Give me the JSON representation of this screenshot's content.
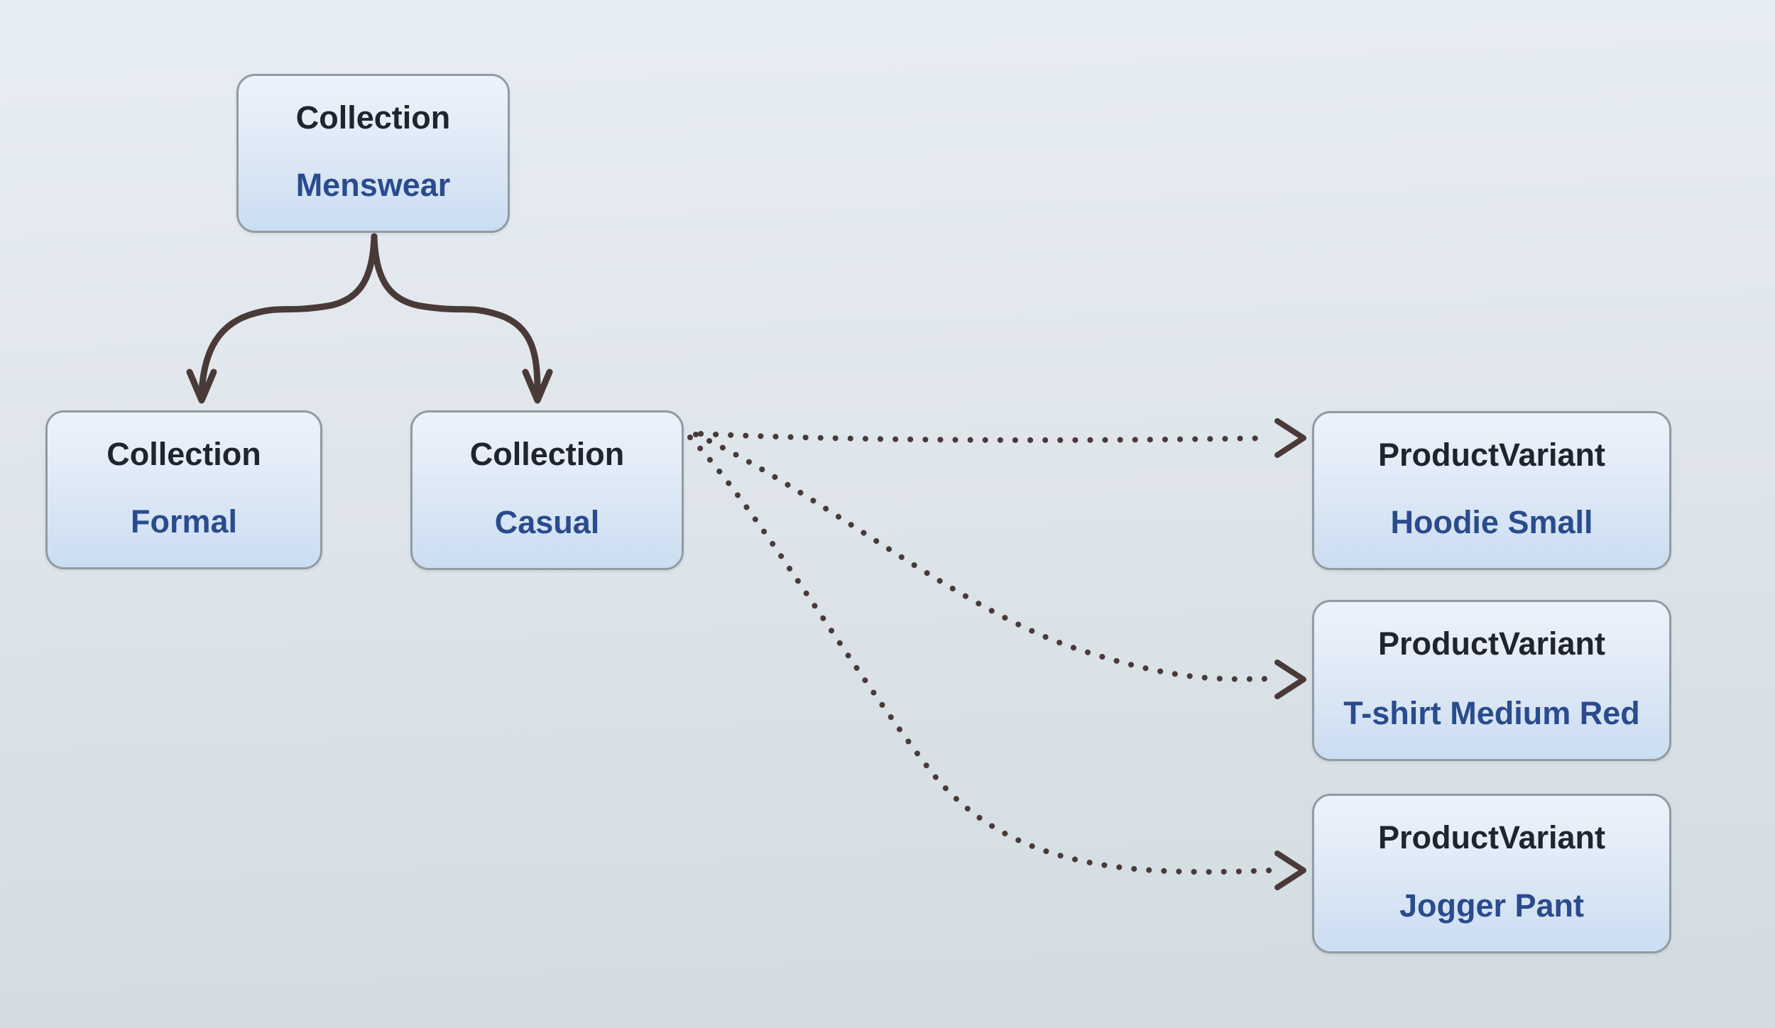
{
  "diagram": {
    "nodes": [
      {
        "id": "collection-menswear",
        "type": "Collection",
        "name": "Menswear"
      },
      {
        "id": "collection-formal",
        "type": "Collection",
        "name": "Formal"
      },
      {
        "id": "collection-casual",
        "type": "Collection",
        "name": "Casual"
      },
      {
        "id": "productvariant-hoodie-small",
        "type": "ProductVariant",
        "name": "Hoodie Small"
      },
      {
        "id": "productvariant-tshirt-medium-red",
        "type": "ProductVariant",
        "name": "T-shirt Medium Red"
      },
      {
        "id": "productvariant-jogger-pant",
        "type": "ProductVariant",
        "name": "Jogger Pant"
      }
    ],
    "edges": [
      {
        "from": "collection-menswear",
        "to": "collection-formal",
        "style": "solid-curved-arrow"
      },
      {
        "from": "collection-menswear",
        "to": "collection-casual",
        "style": "solid-curved-arrow"
      },
      {
        "from": "collection-casual",
        "to": "productvariant-hoodie-small",
        "style": "dotted-curved-arrow"
      },
      {
        "from": "collection-casual",
        "to": "productvariant-tshirt-medium-red",
        "style": "dotted-curved-arrow"
      },
      {
        "from": "collection-casual",
        "to": "productvariant-jogger-pant",
        "style": "dotted-curved-arrow"
      }
    ],
    "colors": {
      "arrow": "#493a38",
      "node_border": "#919ba3",
      "node_fill_top": "#ecf2fb",
      "node_fill_bottom": "#cbddf2",
      "node_type_text": "#20242e",
      "node_name_text": "#2a4b8d",
      "background_top": "#e7edf4",
      "background_bottom": "#d2dbe0"
    }
  }
}
